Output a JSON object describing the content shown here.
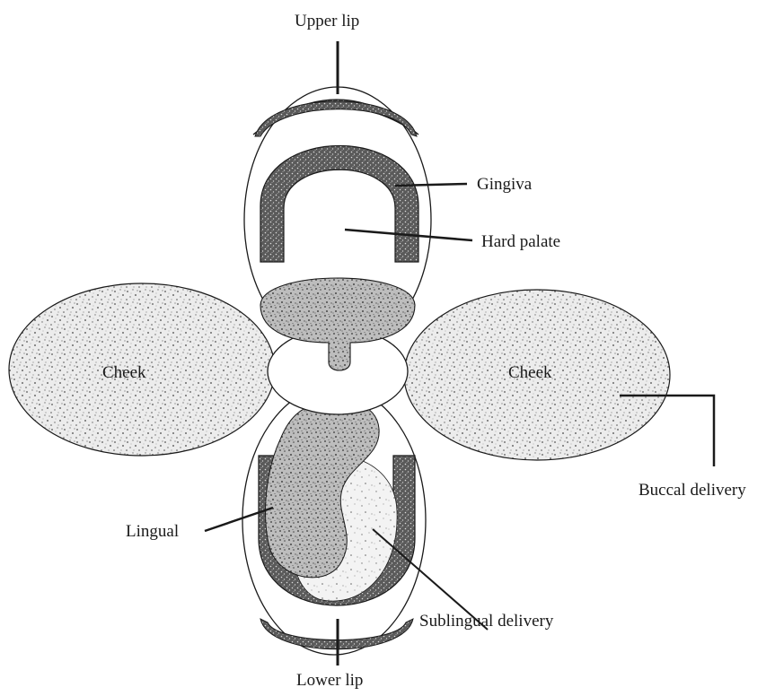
{
  "labels": {
    "upper_lip": "Upper lip",
    "gingiva": "Gingiva",
    "hard_palate": "Hard palate",
    "cheek_left": "Cheek",
    "cheek_right": "Cheek",
    "buccal_delivery": "Buccal delivery",
    "lingual": "Lingual",
    "sublingual_delivery": "Sublingual delivery",
    "lower_lip": "Lower lip"
  },
  "colors": {
    "outline": "#1a1a1a",
    "stipple_light": "#e6e6e6",
    "stipple_dark": "#8c8c8c",
    "gum_fill": "#4a4a4a"
  }
}
